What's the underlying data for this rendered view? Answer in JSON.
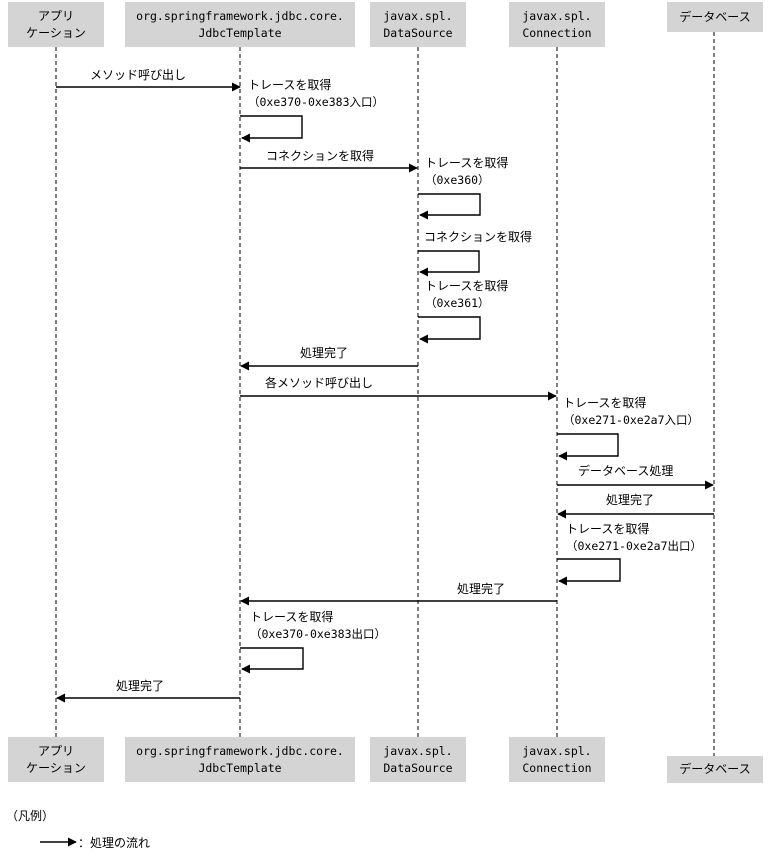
{
  "participants": [
    {
      "id": "app",
      "line1": "アプリ",
      "line2": "ケーション"
    },
    {
      "id": "jdbc",
      "line1": "org.springframework.jdbc.core.",
      "line2": "JdbcTemplate"
    },
    {
      "id": "ds",
      "line1": "javax.spl.",
      "line2": "DataSource"
    },
    {
      "id": "conn",
      "line1": "javax.spl.",
      "line2": "Connection"
    },
    {
      "id": "db",
      "line1": "データベース",
      "line2": ""
    }
  ],
  "messages": {
    "m1": "メソッド呼び出し",
    "m2": "トレースを取得",
    "m2s": "（0xe370-0xe383入口）",
    "m3": "コネクションを取得",
    "m4": "トレースを取得",
    "m4s": "（0xe360）",
    "m5": "コネクションを取得",
    "m6": "トレースを取得",
    "m6s": "（0xe361）",
    "m7": "処理完了",
    "m8": "各メソッド呼び出し",
    "m9": "トレースを取得",
    "m9s": "（0xe271-0xe2a7入口）",
    "m10": "データベース処理",
    "m11": "処理完了",
    "m12": "トレースを取得",
    "m12s": "（0xe271-0xe2a7出口）",
    "m13": "処理完了",
    "m14": "トレースを取得",
    "m14s": "（0xe370-0xe383出口）",
    "m15": "処理完了"
  },
  "legend": {
    "title": "（凡例）",
    "arrow_desc": "：処理の流れ"
  }
}
